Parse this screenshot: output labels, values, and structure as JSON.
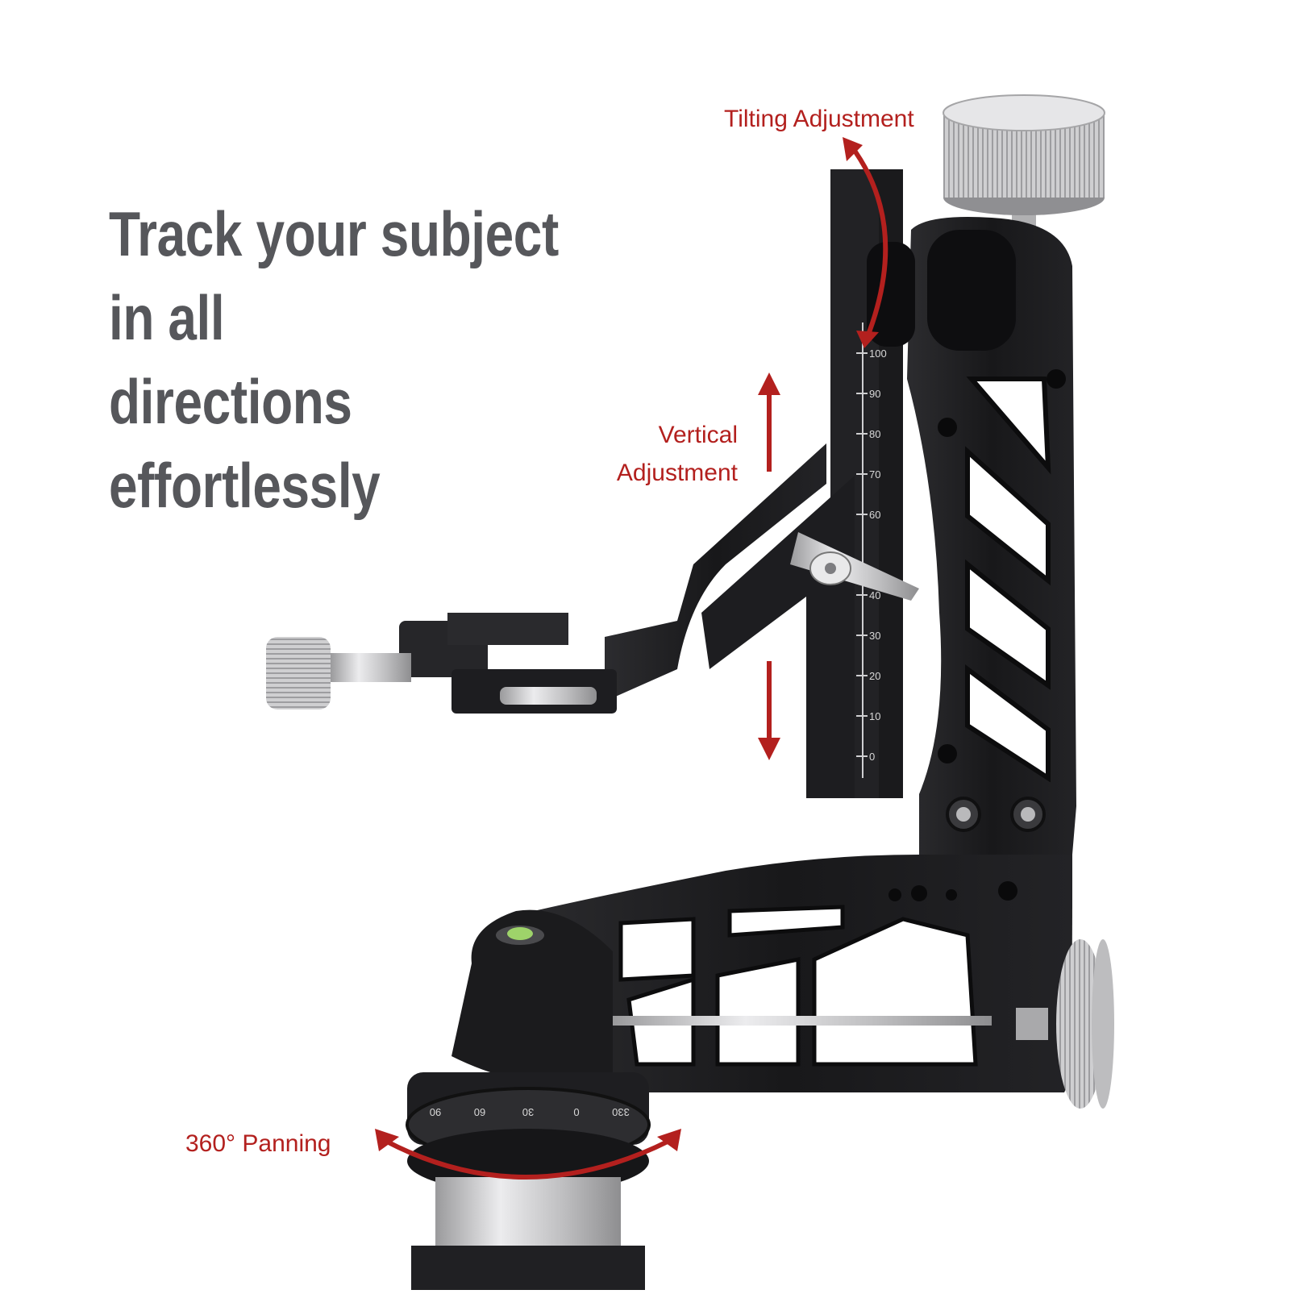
{
  "headline": {
    "line1": "Track your subject in all",
    "line2": "directions effortlessly"
  },
  "callouts": {
    "tilt": "Tilting Adjustment",
    "vertical_line1": "Vertical",
    "vertical_line2": "Adjustment",
    "panning": "360° Panning"
  },
  "scale": {
    "ticks": [
      "100",
      "90",
      "80",
      "70",
      "60",
      "40",
      "30",
      "20",
      "10",
      "0"
    ]
  },
  "pan_dial": {
    "marks": [
      "90",
      "60",
      "30",
      "0",
      "330"
    ]
  },
  "colors": {
    "accent": "#b3201e",
    "headline": "#56575b",
    "metal_dark": "#1c1c1e",
    "metal_silver": "#d4d4d6"
  }
}
